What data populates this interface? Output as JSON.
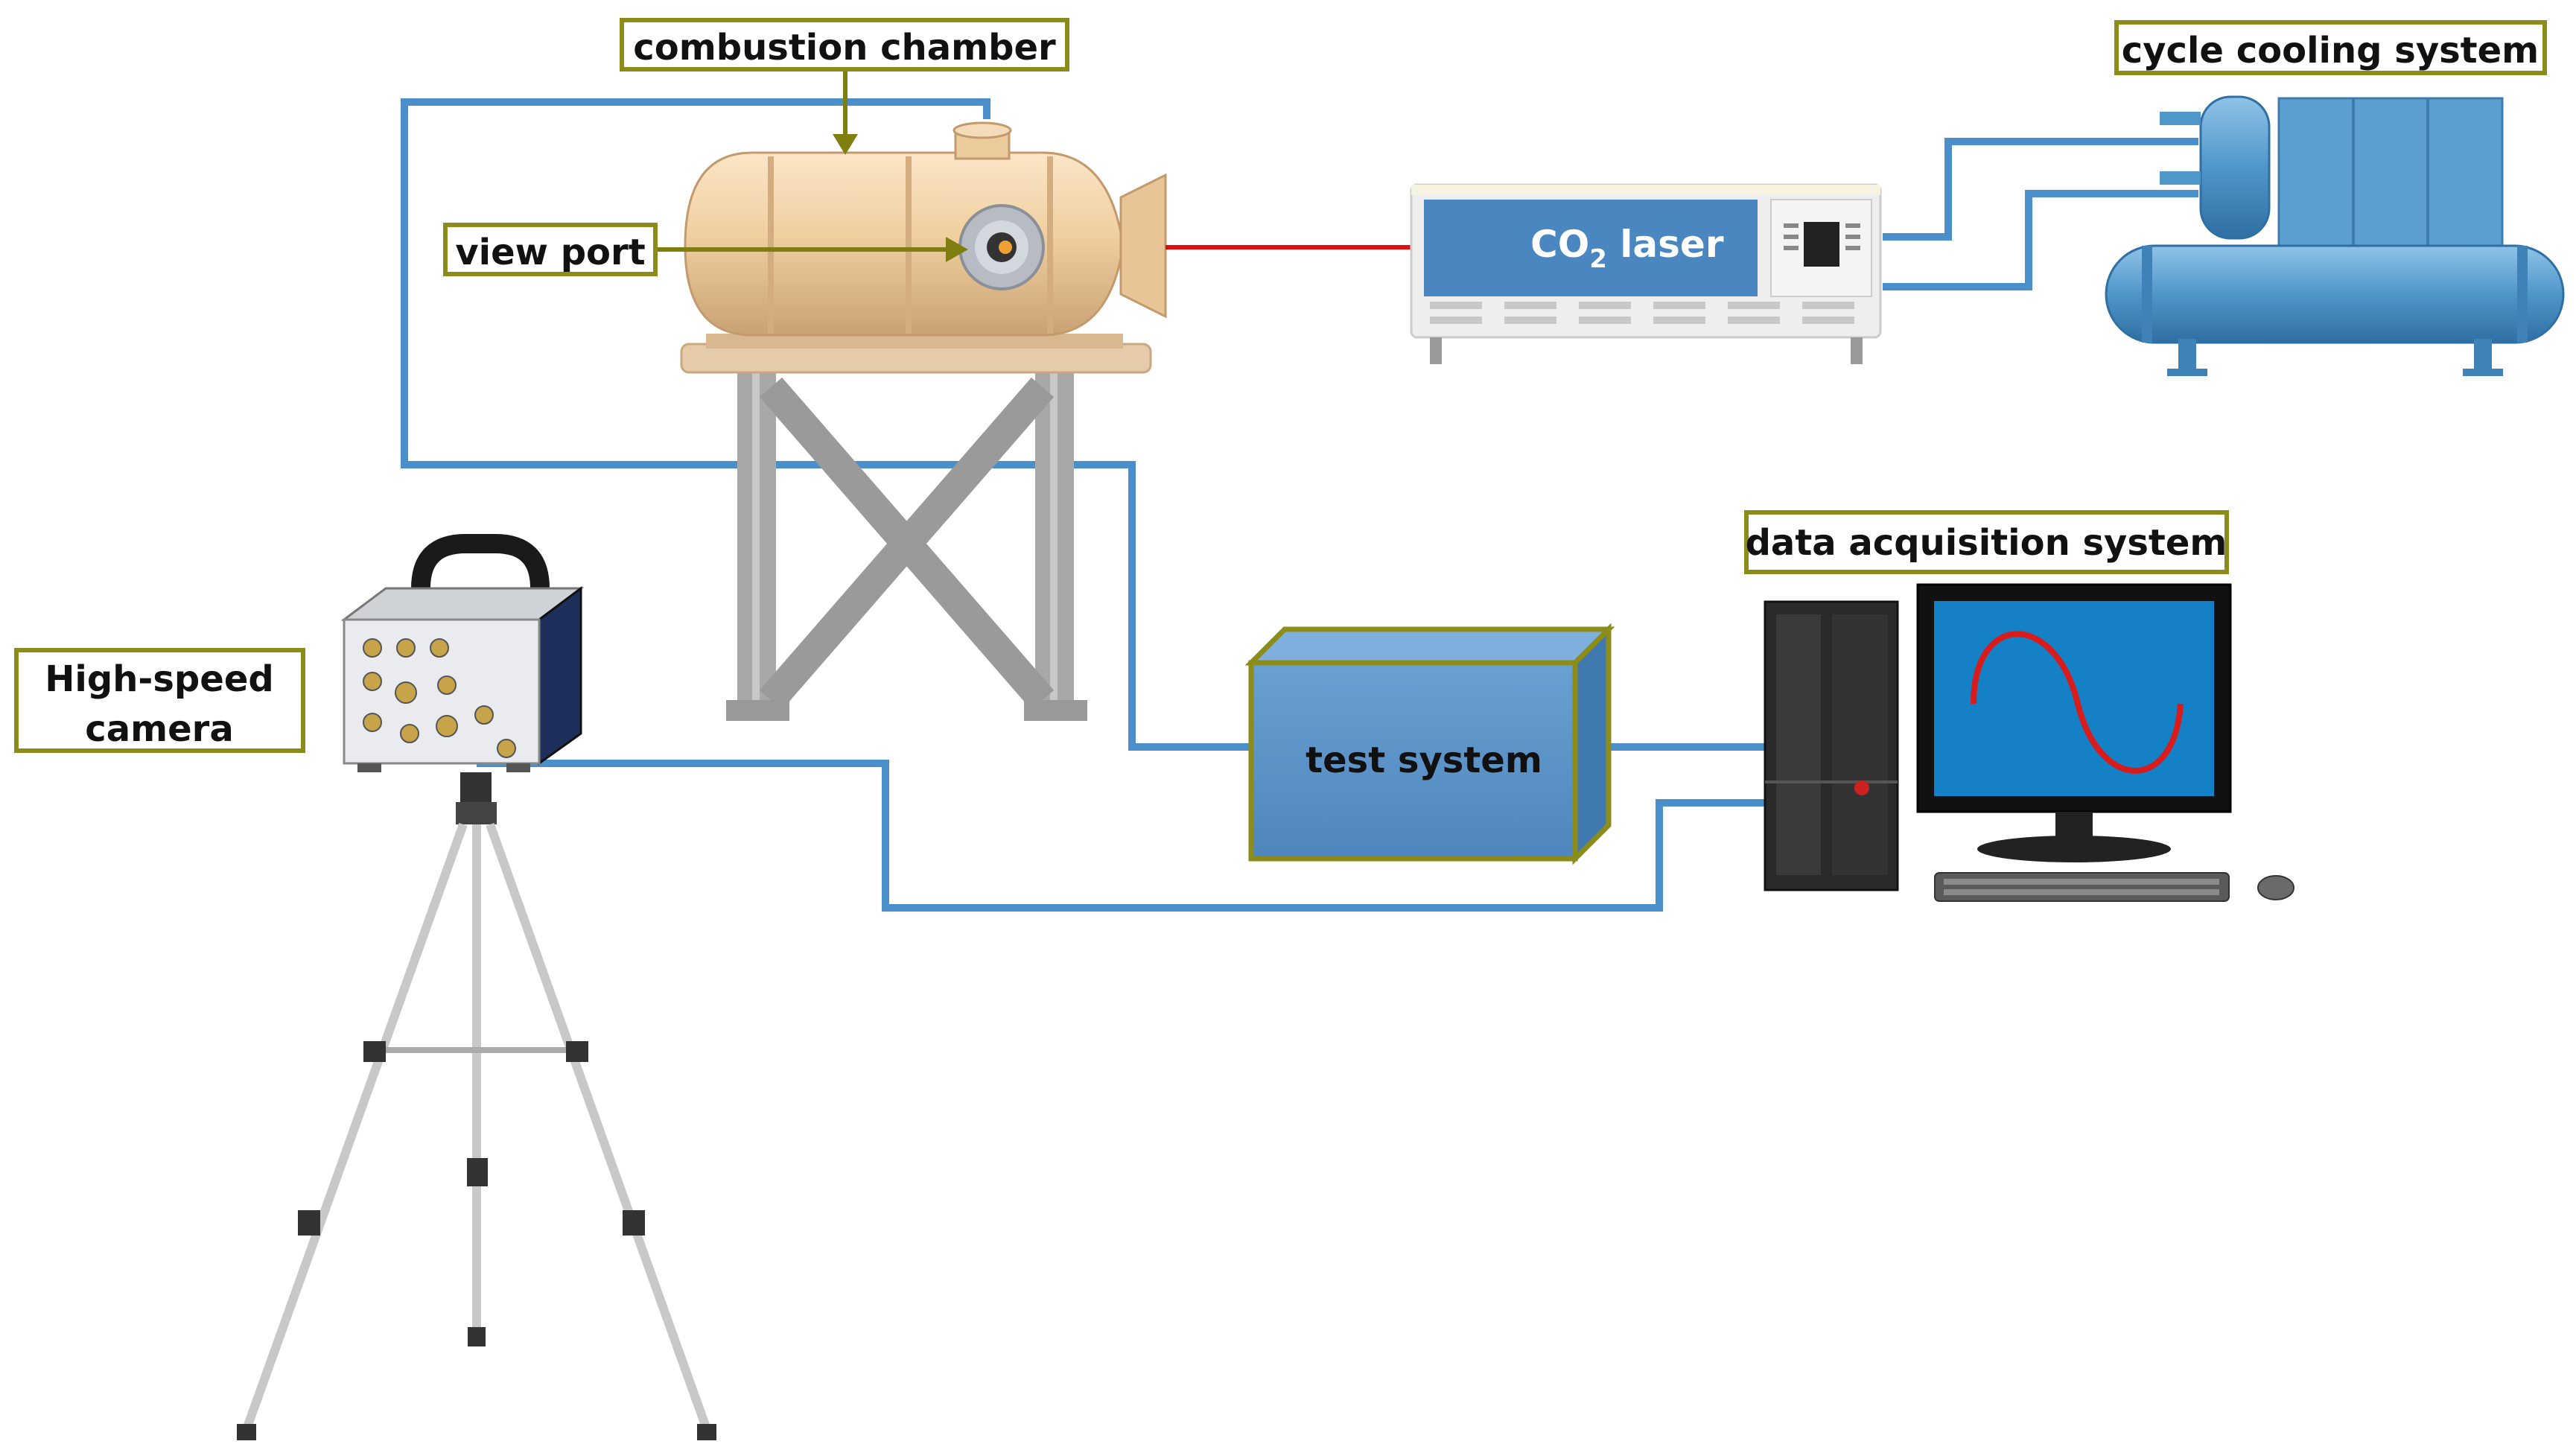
{
  "labels": {
    "combustion_chamber": "combustion chamber",
    "view_port": "view port",
    "cycle_cooling_system": "cycle cooling system",
    "laser_prefix": "CO",
    "laser_subscript": "2",
    "laser_suffix": " laser",
    "data_acquisition_system": "data acquisition system",
    "high_speed_line1": "High-speed",
    "high_speed_line2": "camera",
    "test_system": "test system"
  },
  "colors": {
    "wire": "#4a8fca",
    "label_border": "#8c8c1a",
    "laser_beam": "#e01010",
    "chamber": "#f0cfa0",
    "laser_panel": "#4a86c0",
    "test_box": "#5b93c8",
    "cooling": "#4f96c9",
    "stand": "#a8a8a8",
    "monitor_screen": "#1481c7",
    "signal_curve": "#d81c1c"
  },
  "icons": [
    "combustion-chamber-icon",
    "stand-icon",
    "co2-laser-icon",
    "cooling-system-icon",
    "high-speed-camera-icon",
    "tripod-icon",
    "computer-tower-icon",
    "monitor-icon",
    "keyboard-icon",
    "mouse-icon"
  ]
}
